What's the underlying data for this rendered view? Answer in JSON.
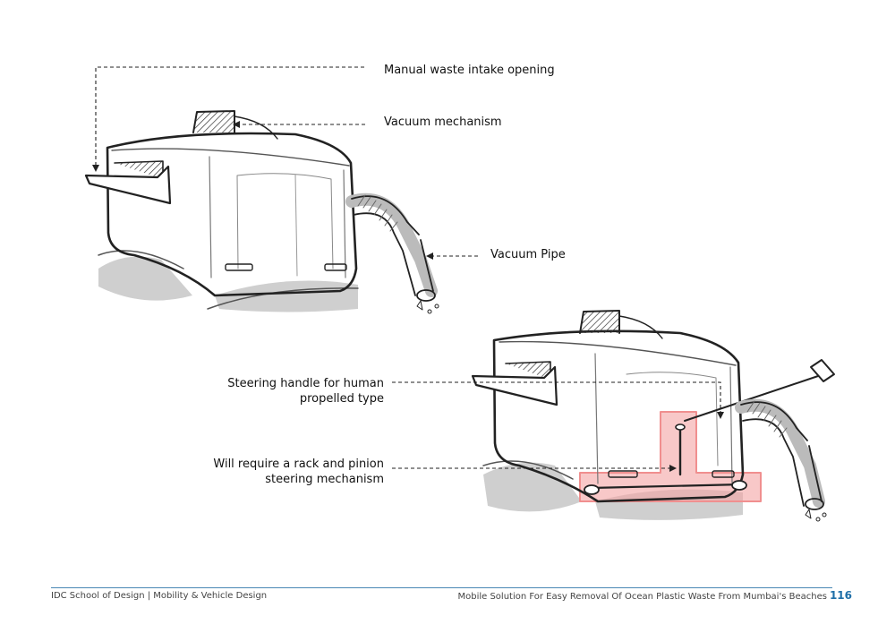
{
  "labels": {
    "intake": "Manual waste intake opening",
    "vacuum_mechanism": "Vacuum mechanism",
    "vacuum_pipe": "Vacuum Pipe",
    "steering_line1": "Steering handle for human",
    "steering_line2": "propelled type",
    "rack_line1": "Will require a rack and pinion",
    "rack_line2": "steering mechanism"
  },
  "footer": {
    "left": "IDC School of Design | Mobility & Vehicle Design",
    "right": "Mobile Solution For Easy Removal Of Ocean Plastic Waste From Mumbai's Beaches",
    "page": "116"
  },
  "colors": {
    "highlight": "#f4a3a3",
    "footer_rule": "#4a87b5",
    "page_number": "#1f6fa8"
  }
}
